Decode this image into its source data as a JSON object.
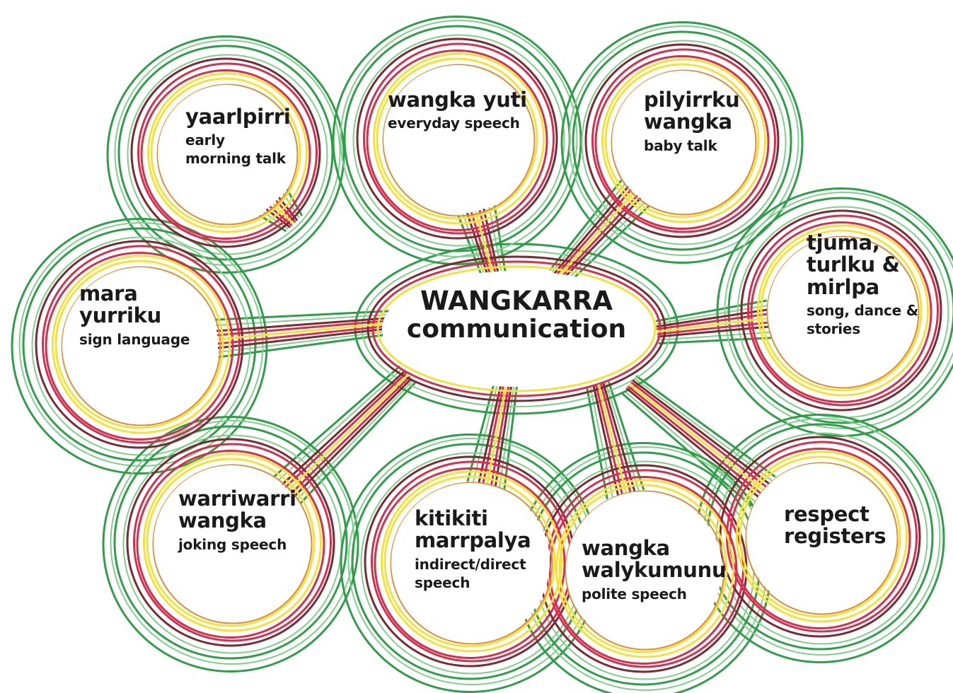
{
  "center": {
    "line1": "WANGKARRA",
    "line2": "communication"
  },
  "nodes": [
    {
      "key": "yaarlpirri",
      "title": [
        "yaarlpirri"
      ],
      "sub": [
        "early",
        "morning talk"
      ]
    },
    {
      "key": "wangka-yuti",
      "title": [
        "wangka yuti"
      ],
      "sub": [
        "everyday speech"
      ]
    },
    {
      "key": "pilyirrku-wangka",
      "title": [
        "pilyirrku",
        "wangka"
      ],
      "sub": [
        "baby talk"
      ]
    },
    {
      "key": "mara-yurriku",
      "title": [
        "mara",
        "yurriku"
      ],
      "sub": [
        "sign language"
      ]
    },
    {
      "key": "tjuma",
      "title": [
        "tjuma,",
        "turlku &",
        "mirlpa"
      ],
      "sub": [
        "song, dance &",
        "stories"
      ]
    },
    {
      "key": "warriwarri-wangka",
      "title": [
        "warriwarri",
        "wangka"
      ],
      "sub": [
        "joking speech"
      ]
    },
    {
      "key": "kitikiti-marrpalya",
      "title": [
        "kitikiti",
        "marrpalya"
      ],
      "sub": [
        "indirect/direct",
        "speech"
      ]
    },
    {
      "key": "wangka-walykumunu",
      "title": [
        "wangka",
        "walykumunu"
      ],
      "sub": [
        "polite speech"
      ]
    },
    {
      "key": "respect-registers",
      "title": [
        "respect",
        "registers"
      ],
      "sub": []
    }
  ],
  "colors": {
    "outer_green": "#2e9e48",
    "light_green": "#7fcf8b",
    "dark_red": "#7a2a32",
    "red": "#d62f4d",
    "yellow": "#f2e23a",
    "orange": "#e08a3c",
    "text": "#1a1a1a"
  }
}
